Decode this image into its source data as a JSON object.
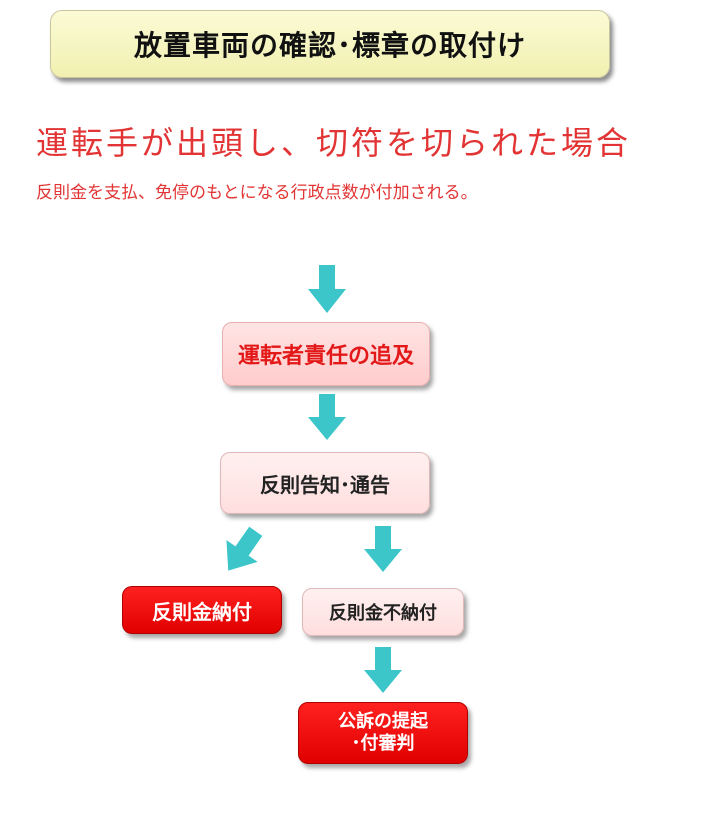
{
  "header": {
    "title": "放置車両の確認･標章の取付け"
  },
  "intro": {
    "heading": "運転手が出頭し、切符を切られた場合",
    "subtext": "反則金を支払、免停のもとになる行政点数が付加される。"
  },
  "flow": {
    "step1": "運転者責任の追及",
    "step2": "反則告知･通告",
    "branch_paid": "反則金納付",
    "branch_unpaid": "反則金不納付",
    "prosecution_line1": "公訴の提起",
    "prosecution_line2": "･付審判"
  },
  "colors": {
    "arrow": "#3cc6c9",
    "title_bg": "#f7f6c4",
    "heading_text": "#e23434",
    "box_red": "#ff0000",
    "box_pink": "#ffdede"
  }
}
